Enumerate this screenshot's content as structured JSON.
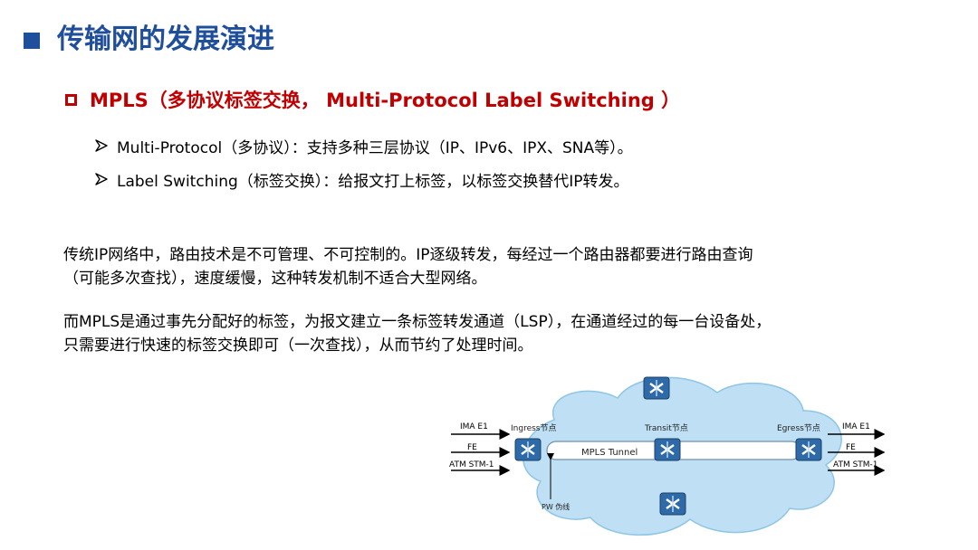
{
  "title": "传输网的发展演进",
  "subheading": "MPLS（多协议标签交换， Multi-Protocol Label Switching ）",
  "bullets": [
    "Multi-Protocol（多协议）：支持多种三层协议（IP、IPv6、IPX、SNA等）。",
    "Label Switching（标签交换）：给报文打上标签，以标签交换替代IP转发。"
  ],
  "paragraphs": [
    {
      "lines": [
        "传统IP网络中，路由技术是不可管理、不可控制的。IP逐级转发，每经过一个路由器都要进行路由查询",
        "（可能多次查找），速度缓慢，这种转发机制不适合大型网络。"
      ]
    },
    {
      "lines": [
        "而MPLS是通过事先分配好的标签，为报文建立一条标签转发通道（LSP），在通道经过的每一台设备处，",
        "只需要进行快速的标签交换即可（一次查找），从而节约了处理时间。"
      ]
    }
  ],
  "diagram": {
    "ingress_label": "Ingress节点",
    "transit_label": "Transit节点",
    "egress_label": "Egress节点",
    "tunnel_label": "MPLS Tunnel",
    "pw_label": "PW 伪线",
    "left_inputs": [
      "IMA E1",
      "FE",
      "ATM STM-1"
    ],
    "right_outputs": [
      "IMA E1",
      "FE",
      "ATM STM-1"
    ]
  },
  "colors": {
    "title": "#1f4e9b",
    "subheading": "#c00000",
    "cloud": "#bfe0f4",
    "router": "#2f6aa8"
  },
  "icons": {
    "title_bullet": "filled-square-icon",
    "subheading_bullet": "hollow-square-icon",
    "bullet_marker": "arrow-right-icon",
    "router": "router-icon"
  }
}
